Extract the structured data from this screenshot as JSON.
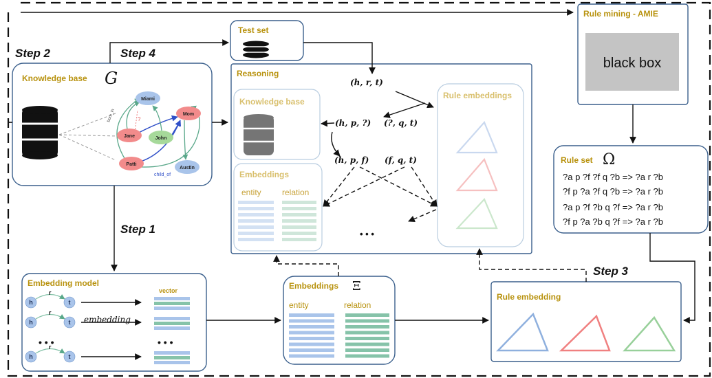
{
  "steps": {
    "step1": "Step 1",
    "step2": "Step 2",
    "step3": "Step 3",
    "step4": "Step 4"
  },
  "knowledge_base": {
    "title": "Knowledge base",
    "symbol": "G",
    "entities": [
      "Miami",
      "Mom",
      "Jane",
      "John",
      "Patti",
      "Austin"
    ],
    "relation_labels": [
      "born_in",
      "child_of",
      "?"
    ]
  },
  "test_set": {
    "title": "Test set"
  },
  "rule_mining": {
    "title": "Rule mining - AMIE",
    "black_box": "black box"
  },
  "reasoning": {
    "title": "Reasoning",
    "kb_title": "Knowledge base",
    "embeddings_title": "Embeddings",
    "entity": "entity",
    "relation": "relation",
    "rule_embeddings_title": "Rule embeddings",
    "query": "(h, r, t)",
    "path1": "(h, p, ?)",
    "path2": "(?, q, t)",
    "path3": "(h, p, f)",
    "path4": "(f, q, t)",
    "ellipsis": "• • •"
  },
  "rule_set": {
    "title": "Rule set",
    "symbol": "Ω",
    "rules": [
      "?a p ?f  ?f q ?b => ?a r ?b",
      "?f p ?a  ?f q ?b => ?a r ?b",
      "?a p ?f  ?b q ?f => ?a r ?b",
      "?f p ?a  ?b q ?f => ?a r ?b"
    ]
  },
  "embedding_model": {
    "title": "Embedding model",
    "vector": "vector",
    "h": "h",
    "r": "r",
    "t": "t",
    "embedding_label": "embedding",
    "ellipsis": "• • •"
  },
  "embeddings": {
    "title": "Embeddings",
    "symbol": "Ξ",
    "entity": "entity",
    "relation": "relation"
  },
  "rule_embedding": {
    "title": "Rule embedding"
  },
  "colors": {
    "accent_gold": "#b8920e",
    "box_border": "#3a5f8c",
    "entity_bar": "#a9c4ea",
    "relation_bar": "#86c3a9",
    "triangle_blue": "#8fb0de",
    "triangle_red": "#f08080",
    "triangle_green": "#98d09a"
  }
}
